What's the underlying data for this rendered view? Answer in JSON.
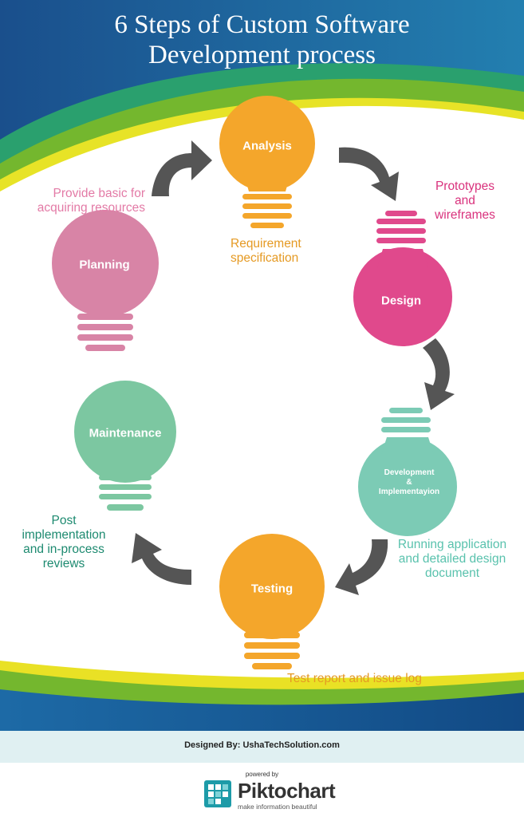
{
  "title": {
    "line1": "6 Steps of Custom Software",
    "line2": "Development process"
  },
  "steps": [
    {
      "label": "Analysis",
      "note": [
        "Requirement",
        "specification"
      ],
      "color": "#f4a62b"
    },
    {
      "label": "Design",
      "note": [
        "Prototypes",
        "and",
        "wireframes"
      ],
      "color": "#e0498c"
    },
    {
      "label_lines": [
        "Development",
        "&",
        "Implementayion"
      ],
      "note": [
        "Running application",
        "and detailed design",
        "document"
      ],
      "color": "#7ccbb5"
    },
    {
      "label": "Testing",
      "note": [
        "Test report and issue log"
      ],
      "color": "#f4a62b"
    },
    {
      "label": "Maintenance",
      "note": [
        "Post",
        "implementation",
        "and in-process",
        "reviews"
      ],
      "color": "#7cc7a1"
    },
    {
      "label": "Planning",
      "note": [
        "Provide basic for",
        "acquiring resources"
      ],
      "color": "#d884a6"
    }
  ],
  "note_colors": {
    "analysis": "#e59a24",
    "design": "#d9327d",
    "development": "#59c2ad",
    "testing": "#e59a24",
    "maintenance": "#1d8a70",
    "planning": "#e37aa6"
  },
  "colors": {
    "header_blue": "#1b5f9a",
    "header_green": "#73b52e",
    "arrow": "#555555"
  },
  "footer": {
    "designed_by": "Designed By: UshaTechSolution.com",
    "powered_by": "powered by",
    "brand": "Piktochart",
    "tagline": "make information beautiful"
  }
}
